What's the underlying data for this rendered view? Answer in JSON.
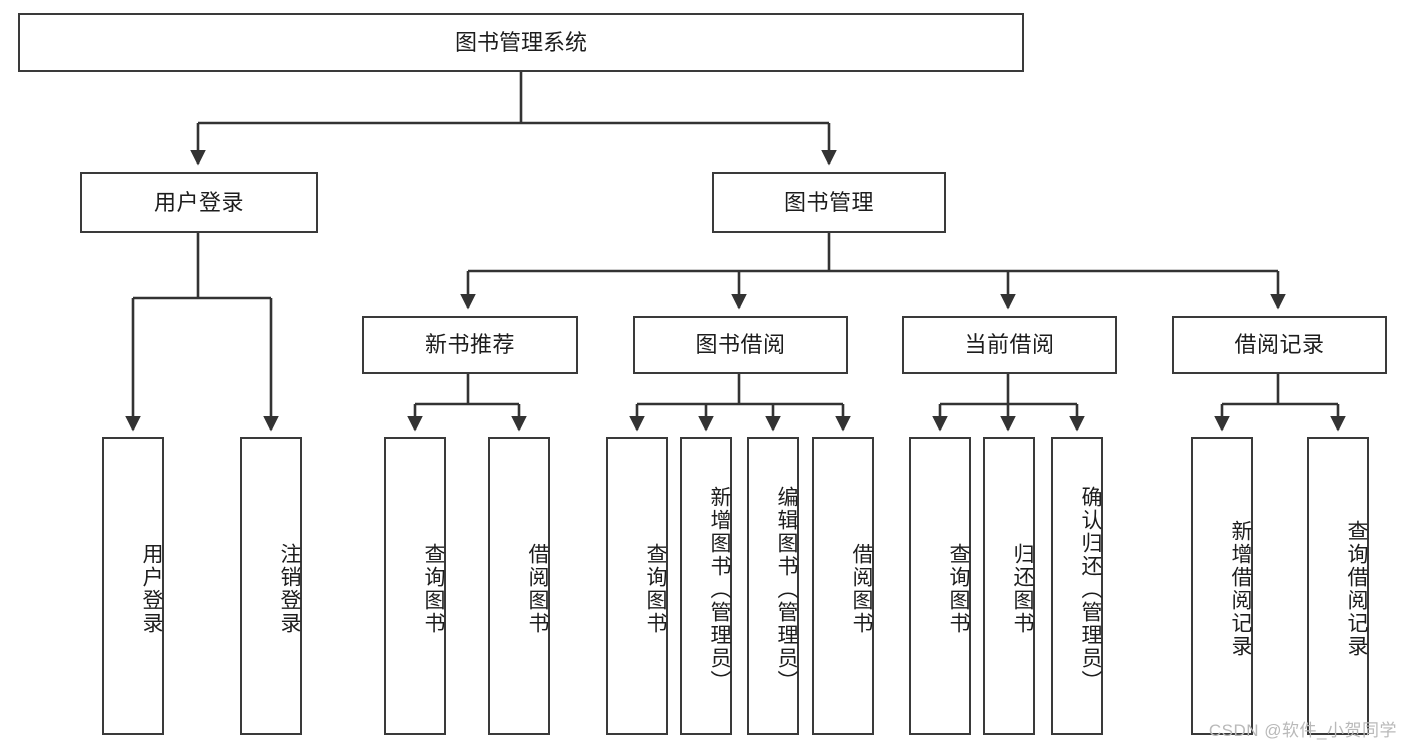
{
  "diagram": {
    "title": "图书管理系统",
    "type": "tree-hierarchy",
    "root": {
      "label": "图书管理系统"
    },
    "level1": [
      {
        "label": "用户登录"
      },
      {
        "label": "图书管理"
      }
    ],
    "level2": [
      {
        "label": "新书推荐"
      },
      {
        "label": "图书借阅"
      },
      {
        "label": "当前借阅"
      },
      {
        "label": "借阅记录"
      }
    ],
    "leaves": {
      "user_login": [
        {
          "label": "用户登录"
        },
        {
          "label": "注销登录"
        }
      ],
      "new_book": [
        {
          "label": "查询图书"
        },
        {
          "label": "借阅图书"
        }
      ],
      "book_borrow": [
        {
          "label": "查询图书"
        },
        {
          "label": "新增图书（管理员）"
        },
        {
          "label": "编辑图书（管理员）"
        },
        {
          "label": "借阅图书"
        }
      ],
      "current_borrow": [
        {
          "label": "查询图书"
        },
        {
          "label": "归还图书"
        },
        {
          "label": "确认归还（管理员）"
        }
      ],
      "borrow_record": [
        {
          "label": "新增借阅记录"
        },
        {
          "label": "查询借阅记录"
        }
      ]
    }
  },
  "watermark": {
    "text": "CSDN @软件_小贺同学"
  },
  "colors": {
    "border": "#3a3a3a",
    "text": "#1d1d1d",
    "background": "#ffffff",
    "connector": "#333333",
    "watermark": "#b9b9b9"
  }
}
